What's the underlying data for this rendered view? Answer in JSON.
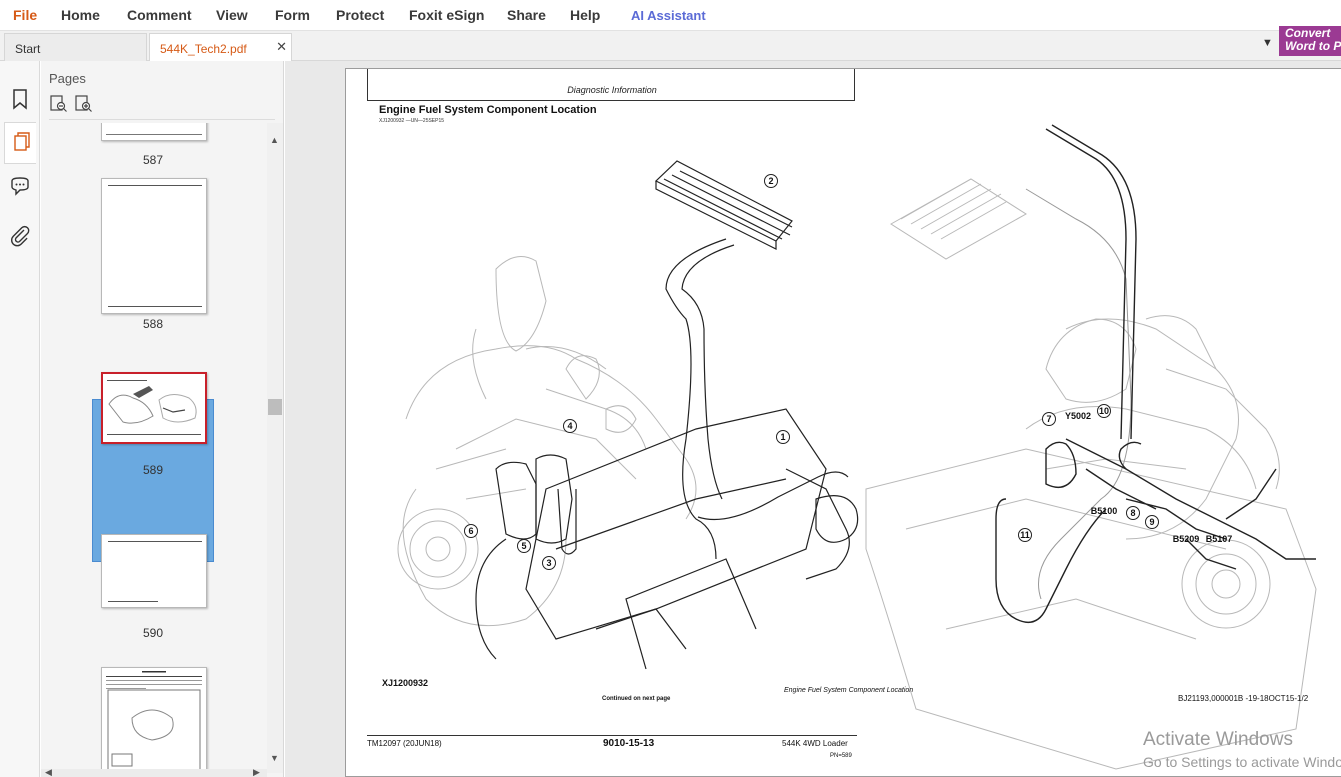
{
  "menu": {
    "file": "File",
    "home": "Home",
    "comment": "Comment",
    "view": "View",
    "form": "Form",
    "protect": "Protect",
    "foxit_esign": "Foxit eSign",
    "share": "Share",
    "help": "Help",
    "ai_assistant": "AI Assistant"
  },
  "tabs": {
    "start": "Start",
    "document": "544K_Tech2.pdf",
    "close_glyph": "✕",
    "dropdown_glyph": "▼"
  },
  "convert": {
    "line1": "Convert",
    "line2": "Word to P"
  },
  "pages_panel": {
    "title": "Pages",
    "thumbnails": [
      {
        "label": "587"
      },
      {
        "label": "588"
      },
      {
        "label": "589",
        "selected": true
      },
      {
        "label": "590"
      },
      {
        "label": ""
      }
    ]
  },
  "document": {
    "header": "Diagnostic Information",
    "title": "Engine Fuel System Component Location",
    "small_code": "XJ1200932 —UN—25SEP15",
    "figure_id": "XJ1200932",
    "continued": "Continued on next page",
    "caption": "Engine Fuel System Component Location",
    "ref_code": "BJ21193,000001B -19-18OCT15-1/2",
    "footer_left": "TM12097 (20JUN18)",
    "footer_center": "9010-15-13",
    "footer_right": "544K 4WD Loader",
    "footer_pn": "PN=589",
    "callouts": {
      "c1": "1",
      "c2": "2",
      "c3": "3",
      "c4": "4",
      "c5": "5",
      "c6": "6",
      "c7": "7",
      "c8": "8",
      "c9": "9",
      "c10": "10",
      "c11": "11"
    },
    "labels": {
      "y5002": "Y5002",
      "b5100": "B5100",
      "b5209": "B5209",
      "b5107": "B5107"
    }
  },
  "watermark": {
    "line1": "Activate Windows",
    "line2": "Go to Settings to activate Windows."
  },
  "colors": {
    "file_menu": "#d65a16",
    "ai_assistant": "#5b6bd6",
    "convert_bg": "#9b3a93",
    "selected_thumb": "#6aa9e0",
    "active_tab_text": "#d65a16"
  }
}
